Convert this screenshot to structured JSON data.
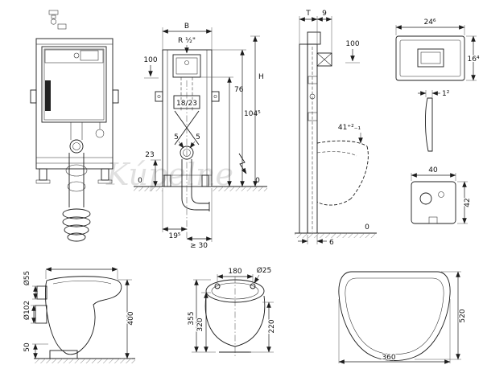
{
  "watermark": "Kúpelne",
  "colors": {
    "ink": "#1c1c1c",
    "watermark": "#cccccc"
  },
  "front_schematic": {
    "b": "B",
    "r": "R ½\"",
    "h100": "100",
    "box": "18/23",
    "d5l": "5",
    "d5r": "5",
    "d23": "23",
    "zero_l": "0",
    "zero_r": "0",
    "d76": "76",
    "d104": "104⁵",
    "h": "H",
    "d195": "19⁵",
    "d30": "≥ 30"
  },
  "side_schematic": {
    "t": "T",
    "d9": "9",
    "h100": "100",
    "d41": "41⁺²₋₁",
    "zero": "0",
    "d6": "6"
  },
  "flush_plate": {
    "w": "24⁶",
    "h": "16⁴",
    "t": "1²",
    "box_w": "40",
    "box_h": "42"
  },
  "wc_side": {
    "d55": "Ø55",
    "d102": "Ø102",
    "d400": "400",
    "d50": "50"
  },
  "wc_rear": {
    "d180": "180",
    "d25": "Ø25",
    "d355": "355",
    "d320": "320",
    "d220": "220"
  },
  "wc_top": {
    "d520": "520",
    "d360": "360"
  }
}
